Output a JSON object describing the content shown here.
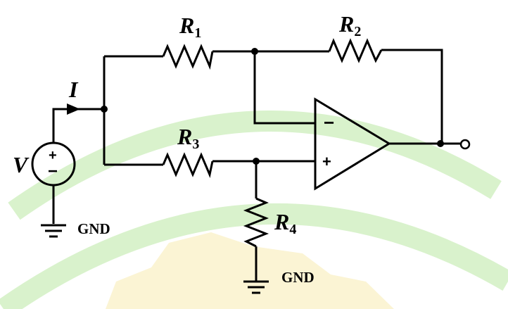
{
  "labels": {
    "r1": "R",
    "r1_sub": "1",
    "r2": "R",
    "r2_sub": "2",
    "r3": "R",
    "r3_sub": "3",
    "r4": "R",
    "r4_sub": "4",
    "current": "I",
    "voltage": "V",
    "gnd_left": "GND",
    "gnd_bottom": "GND",
    "opamp_minus": "−",
    "opamp_plus": "+",
    "source_plus": "+",
    "source_minus": "−"
  },
  "colors": {
    "watermark_green": "#d9f2cc",
    "watermark_yellow": "#fbf4d4",
    "ink": "#000000"
  }
}
